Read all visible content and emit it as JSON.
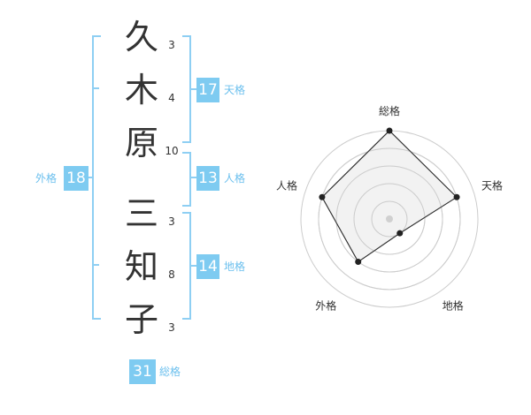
{
  "name": {
    "chars": [
      "久",
      "木",
      "原",
      "三",
      "知",
      "子"
    ],
    "strokes": [
      "3",
      "4",
      "10",
      "3",
      "8",
      "3"
    ]
  },
  "fortunes": {
    "tenkaku": {
      "value": "17",
      "label": "天格"
    },
    "jinkaku": {
      "value": "13",
      "label": "人格"
    },
    "chikaku": {
      "value": "14",
      "label": "地格"
    },
    "gaikaku": {
      "value": "18",
      "label": "外格"
    },
    "soukaku": {
      "value": "31",
      "label": "総格"
    }
  },
  "chart_data": {
    "type": "radar",
    "axes": [
      "総格",
      "天格",
      "地格",
      "外格",
      "人格"
    ],
    "values": [
      5,
      4,
      1,
      3,
      4
    ],
    "max": 5,
    "rings": 5,
    "colors": {
      "fill": "#f0f0f0",
      "stroke": "#333333",
      "grid": "#cccccc",
      "center": "#d0d0d0"
    }
  }
}
